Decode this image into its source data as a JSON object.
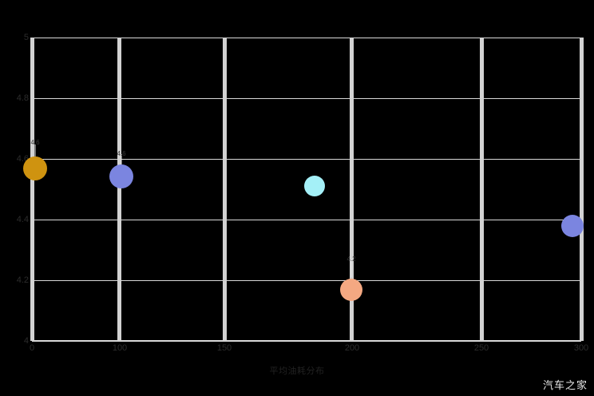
{
  "watermark": {
    "text": "汽车之家"
  },
  "chart_data": {
    "type": "scatter",
    "title": "",
    "subtitle": "",
    "xlabel": "平均油耗分布",
    "ylabel": "",
    "xlim": [
      0,
      300
    ],
    "ylim": [
      4,
      5
    ],
    "grid": true,
    "legend_position": "none",
    "xticks": [
      {
        "value": 0,
        "label": "0"
      },
      {
        "value": 100,
        "label": "100"
      },
      {
        "value": 150,
        "label": "150"
      },
      {
        "value": 200,
        "label": "200"
      },
      {
        "value": 250,
        "label": "250"
      },
      {
        "value": 300,
        "label": "300"
      }
    ],
    "yticks": [
      {
        "value": 5,
        "label": "5"
      },
      {
        "value": 4.8,
        "label": "4.8"
      },
      {
        "value": 4.6,
        "label": "4.6"
      },
      {
        "value": 4.4,
        "label": "4.4"
      },
      {
        "value": 4.2,
        "label": "4.2"
      },
      {
        "value": 4,
        "label": "4"
      }
    ],
    "points": [
      {
        "name": "point-gold",
        "x": 2,
        "y": 4.62,
        "size": 30,
        "color": "#cf9310",
        "annotation": "4.6"
      },
      {
        "name": "point-periwinkle-1",
        "x": 49,
        "y": 4.57,
        "size": 30,
        "color": "#7b85e0",
        "annotation": "4.6"
      },
      {
        "name": "point-cyan",
        "x": 154,
        "y": 4.51,
        "size": 26,
        "color": "#a4f0f7",
        "annotation": ""
      },
      {
        "name": "point-periwinkle-2",
        "x": 295,
        "y": 4.38,
        "size": 28,
        "color": "#7b85e0",
        "annotation": ""
      },
      {
        "name": "point-salmon",
        "x": 175,
        "y": 4.17,
        "size": 28,
        "color": "#f4a882",
        "annotation": "4.2"
      }
    ],
    "colors": {
      "background": "#000000",
      "grid": "#d9d9d9",
      "axis": "#d9d9d9",
      "tick_text": "#2c2c2c"
    }
  }
}
